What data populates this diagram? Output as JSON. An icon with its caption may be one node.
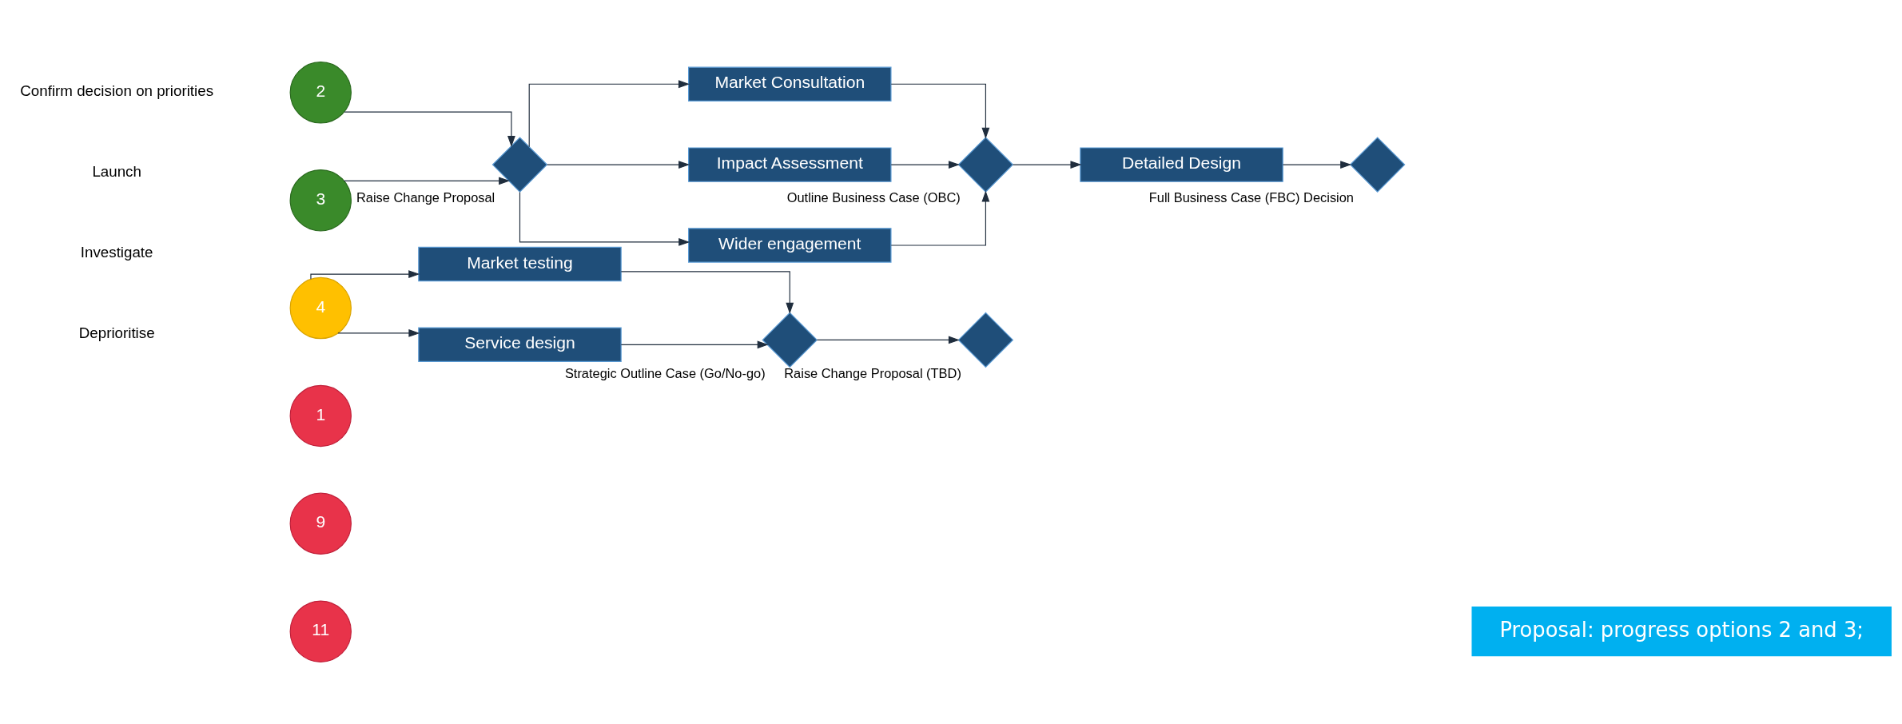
{
  "diagram": {
    "nodes": [
      {
        "text": [
          "2"
        ]
      },
      {
        "text": [
          "3"
        ]
      },
      {
        "text": [
          "Raise Change Proposal"
        ]
      },
      {
        "text": [
          "Market Consultation"
        ]
      },
      {
        "text": [
          "Impact Assessment"
        ]
      },
      {
        "text": [
          "Wider engagement"
        ]
      },
      {
        "text": [
          "Outline Business Case (OBC)"
        ]
      },
      {
        "text": [
          "Detailed Design"
        ]
      },
      {
        "text": [
          "Full Business Case (FBC) Decision"
        ]
      },
      {
        "text": [
          "4"
        ]
      },
      {
        "text": [
          "Market testing"
        ]
      },
      {
        "text": [
          "Service design"
        ]
      },
      {
        "text": [
          "Strategic Outline Case (Go/No-go)"
        ]
      },
      {
        "text": [
          "Raise Change Proposal (TBD)"
        ]
      },
      {
        "text": [
          "1"
        ]
      },
      {
        "text": [
          "9"
        ]
      },
      {
        "text": [
          "11"
        ]
      },
      {
        "text": [
          "Proposal: progress options 2 and 3;"
        ]
      }
    ],
    "edges": [
      {
        "from": 0,
        "to": 2,
        "arrow": "to"
      },
      {
        "from": 1,
        "to": 2,
        "arrow": "to"
      },
      {
        "from": 2,
        "to": 3,
        "arrow": "to"
      },
      {
        "from": 2,
        "to": 4,
        "arrow": "to"
      },
      {
        "from": 2,
        "to": 5,
        "arrow": "to"
      },
      {
        "from": 3,
        "to": 6,
        "arrow": "to"
      },
      {
        "from": 4,
        "to": 6,
        "arrow": "to"
      },
      {
        "from": 5,
        "to": 6,
        "arrow": "to"
      },
      {
        "from": 6,
        "to": 7,
        "arrow": "to"
      },
      {
        "from": 7,
        "to": 8,
        "arrow": "to"
      },
      {
        "from": 9,
        "to": 10,
        "arrow": "to"
      },
      {
        "from": 9,
        "to": 11,
        "arrow": "to"
      },
      {
        "from": 10,
        "to": 12,
        "arrow": "to"
      },
      {
        "from": 11,
        "to": 12,
        "arrow": "to"
      },
      {
        "from": 12,
        "to": 13,
        "arrow": "to"
      }
    ],
    "labels": [
      "Confirm decision on priorities",
      "Launch",
      "Investigate",
      "Deprioritise"
    ]
  }
}
